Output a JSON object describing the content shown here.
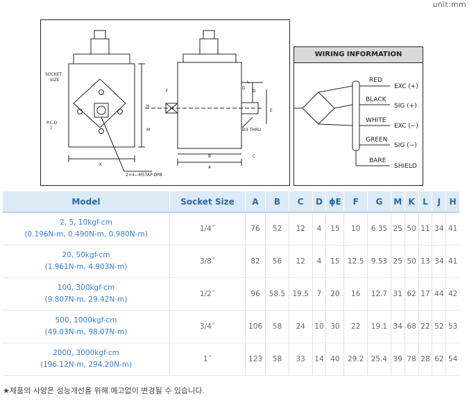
{
  "unit": "unit:mm",
  "drawing": {
    "socket_size_label": "SOCKET\nSIZE",
    "pcd_label": "P.C.D\nJ",
    "tap_label": "2×4—M5TAP DP8",
    "thru_label": "Ø3 THRU",
    "dims": [
      "H",
      "M",
      "K",
      "F",
      "B",
      "A",
      "L",
      "D",
      "C",
      "E",
      "G"
    ]
  },
  "wiring": {
    "title": "WIRING INFORMATION",
    "wires": [
      {
        "color": "RED",
        "signal": "EXC (+)"
      },
      {
        "color": "BLACK",
        "signal": "SIG (+)"
      },
      {
        "color": "WHITE",
        "signal": "EXC (−)"
      },
      {
        "color": "GREEN",
        "signal": "SIG (−)"
      },
      {
        "color": "BARE",
        "signal": "SHIELD"
      }
    ]
  },
  "table": {
    "headers": [
      "Model",
      "Socket Size",
      "A",
      "B",
      "C",
      "D",
      "ϕE",
      "F",
      "G",
      "M",
      "K",
      "L",
      "J",
      "H"
    ],
    "rows": [
      {
        "model1": "2, 5, 10kgf-cm",
        "model2": "(0.196N-m, 0.490N-m, 0.980N-m)",
        "cells": [
          "1/4˝",
          "76",
          "52",
          "12",
          "4",
          "15",
          "10",
          "6.35",
          "25",
          "50",
          "11",
          "34",
          "41"
        ]
      },
      {
        "model1": "20, 50kgf-cm",
        "model2": "(1.961N-m, 4.903N-m)",
        "cells": [
          "3/8˝",
          "82",
          "56",
          "12",
          "4",
          "15",
          "12.5",
          "9.53",
          "25",
          "50",
          "13",
          "34",
          "41"
        ]
      },
      {
        "model1": "100, 300kgf-cm",
        "model2": "(9.807N-m, 29.42N-m)",
        "cells": [
          "1/2˝",
          "96",
          "58.5",
          "19.5",
          "7",
          "20",
          "16",
          "12.7",
          "31",
          "62",
          "17",
          "44",
          "42"
        ]
      },
      {
        "model1": "500, 1000kgf-cm",
        "model2": "(49.03N-m, 98.07N-m)",
        "cells": [
          "3/4˝",
          "106",
          "58",
          "24",
          "10",
          "30",
          "22",
          "19.1",
          "34",
          "68",
          "22",
          "52",
          "53"
        ]
      },
      {
        "model1": "2000, 3000kgf-cm",
        "model2": "(196.12N-m, 294.20N-m)",
        "cells": [
          "1˝",
          "123",
          "58",
          "33",
          "14",
          "40",
          "29.2",
          "25.4",
          "39",
          "78",
          "28",
          "62",
          "54"
        ]
      }
    ]
  },
  "note": "★제품의 사양은 성능개선을 위해 예고없이 변경될 수 있습니다."
}
